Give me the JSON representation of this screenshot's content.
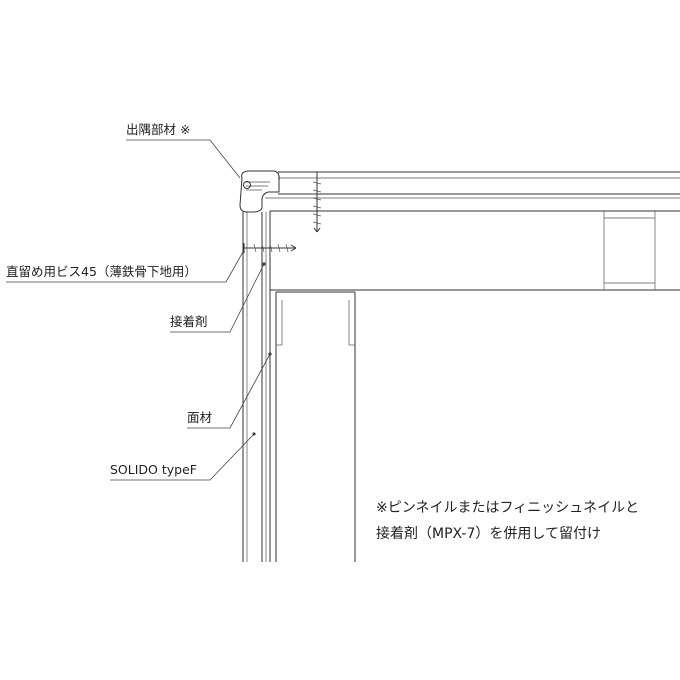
{
  "labels": {
    "corner_member": "出隅部材 ※",
    "screw": "直留め用ビス45（薄鉄骨下地用）",
    "adhesive": "接着剤",
    "face_material": "面材",
    "solido": "SOLIDO typeF"
  },
  "note": {
    "line1": "※ピンネイルまたはフィニッシュネイルと",
    "line2": "接着剤（MPX-7）を併用して留付け"
  }
}
